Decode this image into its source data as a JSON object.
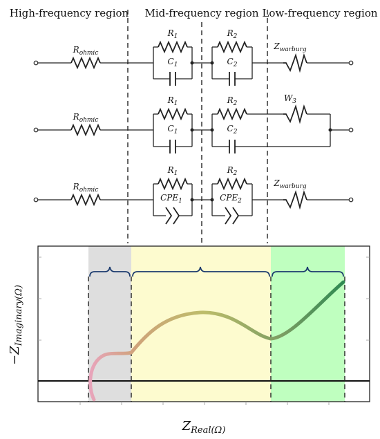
{
  "regions": {
    "high": "High-frequency region",
    "mid": "Mid-frequency region",
    "low": "Low-frequency region"
  },
  "circuits": [
    {
      "r_ohmic": "R",
      "r_ohmic_sub": "ohmic",
      "r1": "R",
      "r1_sub": "1",
      "c1": "C",
      "c1_sub": "1",
      "r2": "R",
      "r2_sub": "2",
      "c2": "C",
      "c2_sub": "2",
      "warburg": "Z",
      "warburg_sub": "warburg"
    },
    {
      "r_ohmic": "R",
      "r_ohmic_sub": "ohmic",
      "r1": "R",
      "r1_sub": "1",
      "c1": "C",
      "c1_sub": "1",
      "r2": "R",
      "r2_sub": "2",
      "c2": "C",
      "c2_sub": "2",
      "w3": "W",
      "w3_sub": "3"
    },
    {
      "r_ohmic": "R",
      "r_ohmic_sub": "ohmic",
      "r1": "R",
      "r1_sub": "1",
      "cpe1": "CPE",
      "cpe1_sub": "1",
      "r2": "R",
      "r2_sub": "2",
      "cpe2": "CPE",
      "cpe2_sub": "2",
      "warburg": "Z",
      "warburg_sub": "warburg"
    }
  ],
  "plot": {
    "ylabel_main": "−Z",
    "ylabel_sub": "Imaginary(Ω)",
    "xlabel_main": "Z",
    "xlabel_sub": "Real(Ω)"
  },
  "colors": {
    "high_region": "#dedede",
    "mid_region": "#fdfbcf",
    "low_region": "#bfffbf",
    "brace": "#1c3b6e",
    "curve_start": "#e6a3b8",
    "curve_mid": "#c9c27a",
    "curve_end": "#3a8a55"
  }
}
